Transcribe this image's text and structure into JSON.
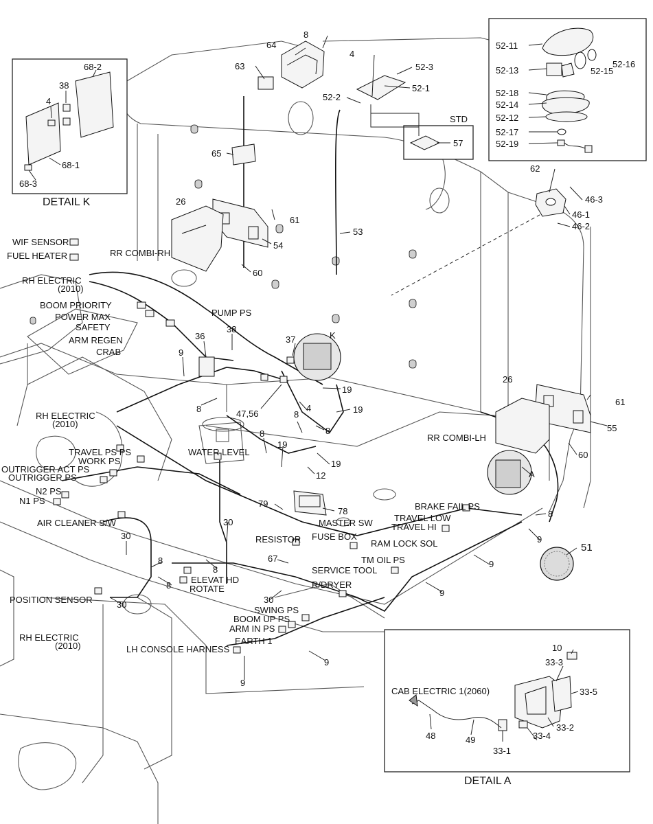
{
  "details": {
    "k": {
      "title": "DETAIL K",
      "parts": [
        "68-2",
        "38",
        "4",
        "68-1",
        "68-3"
      ]
    },
    "a": {
      "title": "DETAIL A",
      "parts": [
        "10",
        "33-3",
        "33-5",
        "33-2",
        "33-4",
        "33-1",
        "48",
        "49"
      ],
      "cab_label": "CAB ELECTRIC 1(2060)"
    },
    "rear": {
      "parts": [
        "52-11",
        "52-16",
        "52-13",
        "52-15",
        "52-18",
        "52-14",
        "52-12",
        "52-17",
        "52-19"
      ]
    },
    "std": {
      "title": "STD",
      "part": "57"
    }
  },
  "callouts": {
    "c8a": "8",
    "c64": "64",
    "c4": "4",
    "c52_3": "52-3",
    "c63": "63",
    "c52_1": "52-1",
    "c52_2": "52-2",
    "c62": "62",
    "c46_3": "46-3",
    "c46_1": "46-1",
    "c46_2": "46-2",
    "c65": "65",
    "c26a": "26",
    "c61a": "61",
    "c54": "54",
    "c53": "53",
    "c60a": "60",
    "c36": "36",
    "c38": "38",
    "c37": "37",
    "cK": "K",
    "c9a": "9",
    "c8b": "8",
    "c47_56": "47,56",
    "c19a": "19",
    "c19b": "19",
    "c8c": "8",
    "c4b": "4",
    "c8d": "8",
    "c26b": "26",
    "c61b": "61",
    "c55": "55",
    "c60b": "60",
    "c8e": "8",
    "c19c": "19",
    "c19d": "19",
    "c12": "12",
    "cA": "A",
    "c79": "79",
    "c78": "78",
    "c8f": "8",
    "c9b": "9",
    "c51": "51",
    "c30a": "30",
    "c30b": "30",
    "c8g": "8",
    "c8h": "8",
    "c8i": "8",
    "c67": "67",
    "c9c": "9",
    "c9d": "9",
    "c30c": "30",
    "c30d": "30",
    "c9e": "9",
    "c9f": "9"
  },
  "wire_labels": {
    "wif_sensor": "WIF SENSOR",
    "fuel_heater": "FUEL HEATER",
    "rh_electric_1": "RH ELECTRIC",
    "rh_electric_1_code": "(2010)",
    "rr_combi_rh": "RR COMBI-RH",
    "boom_priority": "BOOM PRIORITY",
    "power_max": "POWER MAX",
    "safety": "SAFETY",
    "arm_regen": "ARM REGEN",
    "crab": "CRAB",
    "pump_ps": "PUMP PS",
    "rh_electric_2": "RH ELECTRIC",
    "rh_electric_2_code": "(2010)",
    "travel_ps": "TRAVEL PS PS",
    "work_ps": "WORK PS",
    "outrigger_act_ps": "OUTRIGGER ACT PS",
    "outrigger_ps": "OUTRIGGER PS",
    "n2_ps": "N2 PS",
    "n1_ps": "N1 PS",
    "water_level": "WATER LEVEL",
    "rr_combi_lh": "RR COMBI-LH",
    "air_cleaner_sw": "AIR CLEANER S/W",
    "master_sw": "MASTER SW",
    "brake_fail_ps": "BRAKE FAIL PS",
    "travel_low": "TRAVEL LOW",
    "travel_hi": "TRAVEL HI",
    "resistor": "RESISTOR",
    "fuse_box": "FUSE BOX",
    "ram_lock_sol": "RAM LOCK SOL",
    "service_tool": "SERVICE TOOL",
    "tm_oil_ps": "TM OIL PS",
    "elevat_hd": "ELEVAT HD",
    "rotate": "ROTATE",
    "r_dryer": "R/DRYER",
    "position_sensor": "POSITION SENSOR",
    "swing_ps": "SWING PS",
    "boom_up_ps": "BOOM UP PS",
    "arm_in_ps": "ARM IN PS",
    "rh_electric_3": "RH ELECTRIC",
    "rh_electric_3_code": "(2010)",
    "earth_1": "EARTH 1",
    "lh_console_harness": "LH CONSOLE HARNESS"
  }
}
